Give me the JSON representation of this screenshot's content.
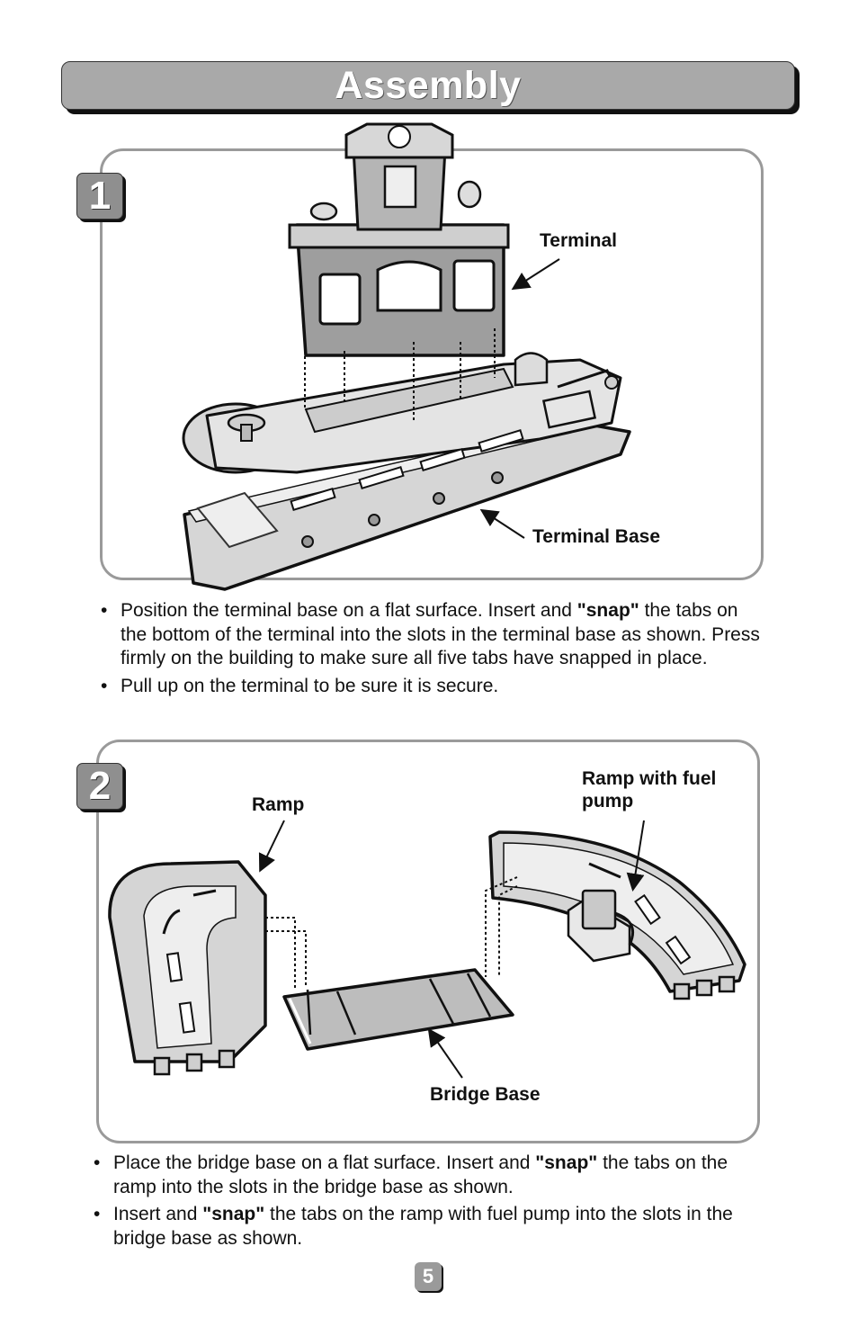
{
  "header": {
    "title": "Assembly"
  },
  "steps": [
    {
      "number": "1",
      "labels": {
        "terminal": "Terminal",
        "terminal_base": "Terminal Base"
      },
      "bullets": [
        {
          "pre": "Position the terminal base on a flat surface. Insert and ",
          "bold": "\"snap\"",
          "post": " the tabs on the bottom of the terminal into the slots in the terminal base as shown. Press firmly on the building to make sure all five tabs have snapped in place."
        },
        {
          "pre": "Pull up on the terminal to be sure it is secure.",
          "bold": "",
          "post": ""
        }
      ]
    },
    {
      "number": "2",
      "labels": {
        "ramp": "Ramp",
        "ramp_with_fuel_pump": "Ramp with fuel pump",
        "bridge_base": "Bridge Base"
      },
      "bullets": [
        {
          "pre": "Place the bridge base on a flat surface. Insert and ",
          "bold": "\"snap\"",
          "post": " the tabs on the ramp into the slots in the bridge base as shown."
        },
        {
          "pre": "Insert and ",
          "bold": "\"snap\"",
          "post": " the tabs on the ramp with fuel pump into the slots in the bridge base as shown."
        }
      ]
    }
  ],
  "page_number": "5"
}
